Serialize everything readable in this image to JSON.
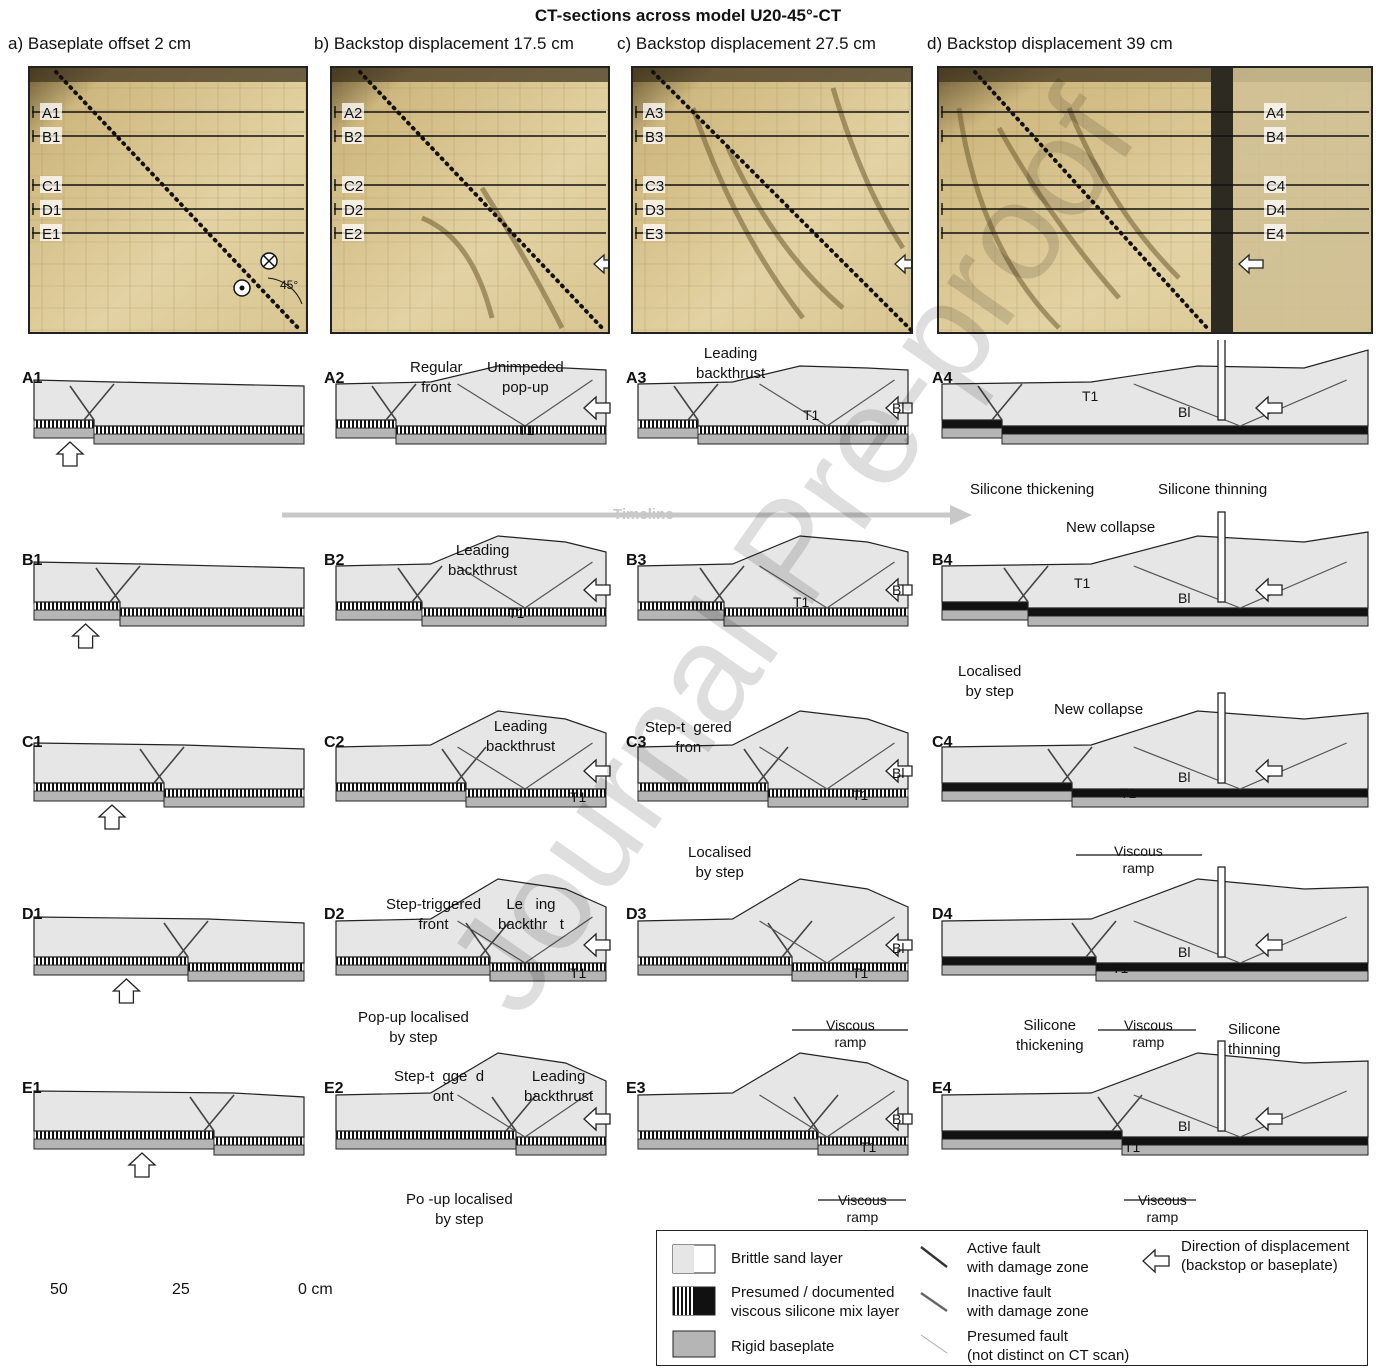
{
  "title": "CT-sections across model U20-45°-CT",
  "columns": [
    {
      "tag": "a)",
      "text": "Baseplate offset 2 cm"
    },
    {
      "tag": "b)",
      "text": "Backstop displacement 17.5 cm"
    },
    {
      "tag": "c)",
      "text": "Backstop displacement 27.5 cm"
    },
    {
      "tag": "d)",
      "text": "Backstop displacement 39 cm"
    }
  ],
  "photo_lines": {
    "a": [
      "A1",
      "B1",
      "C1",
      "D1",
      "E1"
    ],
    "b": [
      "A2",
      "B2",
      "C2",
      "D2",
      "E2"
    ],
    "c": [
      "A3",
      "B3",
      "C3",
      "D3",
      "E3"
    ],
    "d": [
      "A4",
      "B4",
      "C4",
      "D4",
      "E4"
    ]
  },
  "angle_label": "45°",
  "rows": [
    "A",
    "B",
    "C",
    "D",
    "E"
  ],
  "section_labels": [
    [
      "A1",
      "A2",
      "A3",
      "A4"
    ],
    [
      "B1",
      "B2",
      "B3",
      "B4"
    ],
    [
      "C1",
      "C2",
      "C3",
      "C4"
    ],
    [
      "D1",
      "D2",
      "D3",
      "D4"
    ],
    [
      "E1",
      "E2",
      "E3",
      "E4"
    ]
  ],
  "annotations": {
    "regular_front": "Regular\nfront",
    "unimpeded_popup": "Unimpeded\npop-up",
    "leading_backthrust": "Leading\nbackthrust",
    "t1": "T1",
    "bl": "Bl",
    "silicone_thickening": "Silicone thickening",
    "silicone_thinning": "Silicone thinning",
    "new_collapse": "New collapse",
    "localised_by_step": "Localised\nby step",
    "step_triggered_front_c3": "Step-t  gered\nfron",
    "viscous_ramp": "Viscous\nramp",
    "step_triggered_front_d2": "Step-triggered\nfront",
    "leading_backthrust_d2": "Le   ing\nbackthr   t",
    "popup_localised_d2": "Pop-up localised\nby step",
    "silicone_thickening_d4": "Silicone\nthickening",
    "silicone_thinning_d4": "Silicone\nthinning",
    "step_triggered_e2": "Step-t  gge  d\n  ont",
    "popup_localised_e2": "Po -up localised\nby step"
  },
  "timeline": "Timeline",
  "scale": {
    "labels": [
      "50",
      "25",
      "0 cm"
    ]
  },
  "legend": {
    "brittle": "Brittle sand layer",
    "silicone": "Presumed / documented\nviscous silicone mix layer",
    "baseplate": "Rigid baseplate",
    "active": "Active fault\nwith damage zone",
    "inactive": "Inactive fault\nwith damage zone",
    "presumed": "Presumed fault\n(not distinct on CT scan)",
    "direction": "Direction of displacement\n(backstop or baseplate)"
  },
  "watermark": "Journal Pre-proof",
  "colors": {
    "sand": "#e6e6e6",
    "baseplate": "#b5b5b5",
    "silicone": "#111111",
    "photo": "#d9c48f"
  }
}
